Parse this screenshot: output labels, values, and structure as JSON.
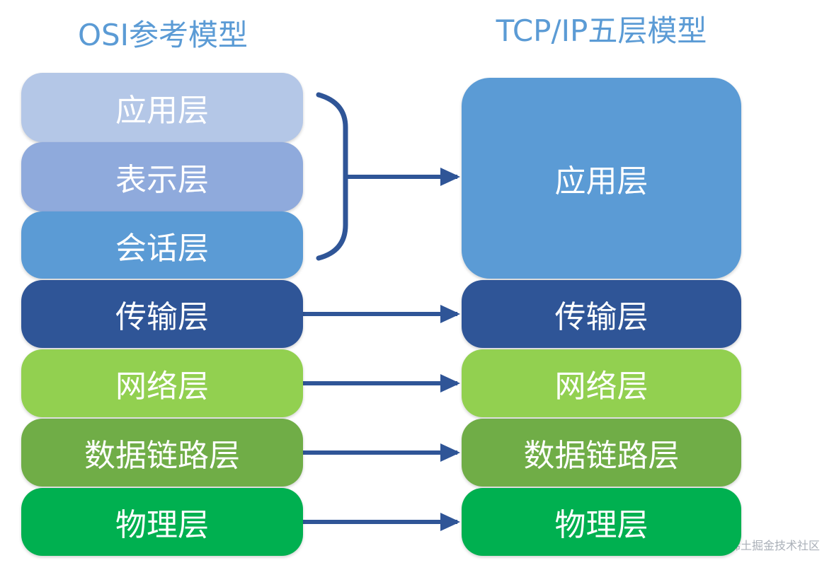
{
  "titles": {
    "osi": "OSI参考模型",
    "tcpip": "TCP/IP五层模型"
  },
  "osi_layers": [
    "应用层",
    "表示层",
    "会话层",
    "传输层",
    "网络层",
    "数据链路层",
    "物理层"
  ],
  "tcpip_layers": [
    "应用层",
    "传输层",
    "网络层",
    "数据链路层",
    "物理层"
  ],
  "colors": {
    "title": "#5b9bd5",
    "arrow": "#2f5597",
    "application_light": "#b4c7e7",
    "presentation": "#8faadc",
    "session_and_tcp_application": "#5b9bd5",
    "transport": "#2f5597",
    "network": "#92d050",
    "data_link": "#70ad47",
    "physical": "#00b050"
  },
  "watermark": "@稀土掘金技术社区"
}
